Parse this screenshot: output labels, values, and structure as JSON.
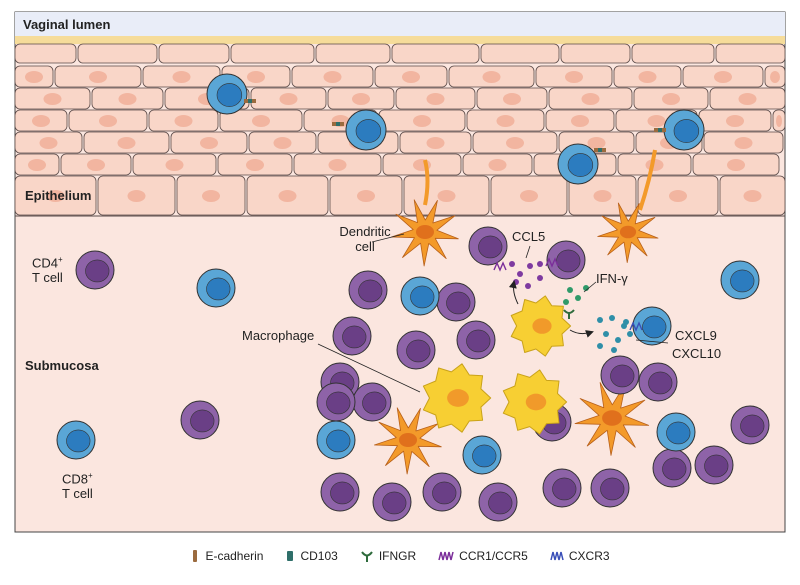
{
  "labels": {
    "lumen": "Vaginal lumen",
    "epithelium": "Epithelium",
    "submucosa": "Submucosa",
    "dendritic_line1": "Dendritic",
    "dendritic_line2": "cell",
    "cd4_main": "CD4",
    "cd4_sup": "+",
    "cd4_line2": "T cell",
    "cd8_main": "CD8",
    "cd8_sup": "+",
    "cd8_line2": "T cell",
    "macrophage": "Macrophage",
    "ccl5": "CCL5",
    "ifng": "IFN-γ",
    "cxcl9": "CXCL9",
    "cxcl10": "CXCL10"
  },
  "legend": [
    {
      "label": "E-cadherin",
      "icon": "e-cadherin-icon",
      "color": "#9b6b3f"
    },
    {
      "label": "CD103",
      "icon": "cd103-icon",
      "color": "#2f6f6a"
    },
    {
      "label": "IFNGR",
      "icon": "ifngr-icon",
      "color": "#2e6b3c"
    },
    {
      "label": "CCR1/CCR5",
      "icon": "ccr1-ccr5-icon",
      "color": "#7b2e9a"
    },
    {
      "label": "CXCR3",
      "icon": "cxcr3-icon",
      "color": "#3a4fb8"
    }
  ],
  "colors": {
    "lumen": "#e9edf8",
    "membrane": "#f6dc9a",
    "epithelium_cell": "#f9d6c8",
    "nucleus_epi": "#f2b5a0",
    "submucosa": "#fbe6df",
    "cd4_cell": "#8e63a8",
    "cd4_nucleus": "#6a3f86",
    "cd8_cell": "#5aa6d6",
    "cd8_nucleus": "#2c7cbf",
    "dendritic": "#f39a2a",
    "dendritic_nucleus": "#e0701c",
    "macrophage": "#f7cf33",
    "macrophage_nucleus": "#f19a2a",
    "chemokine_ccl5": "#7e3aa0",
    "chemokine_ifng": "#2f9a6a",
    "chemokine_cxcl": "#2f8fa8"
  }
}
